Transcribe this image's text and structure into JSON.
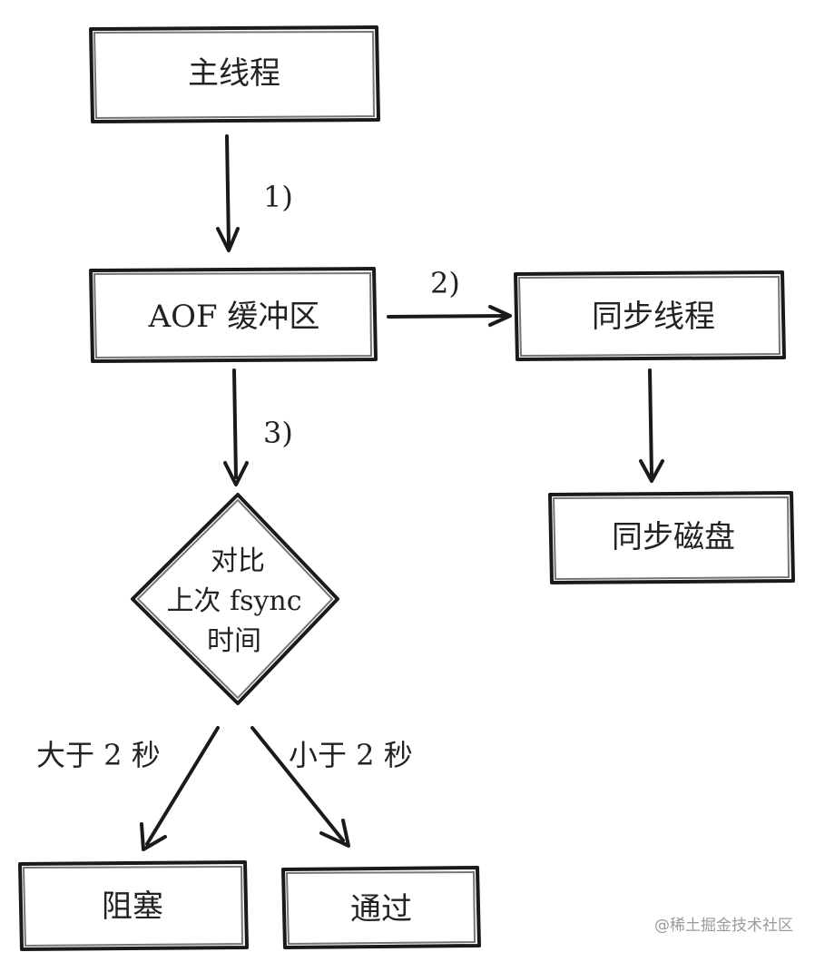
{
  "nodes": {
    "main_thread": "主线程",
    "aof_buffer": "AOF 缓冲区",
    "sync_thread": "同步线程",
    "sync_disk": "同步磁盘",
    "compare_line1": "对比",
    "compare_line2": "上次 fsync",
    "compare_line3": "时间",
    "block": "阻塞",
    "pass": "通过"
  },
  "edges": {
    "step1": "1)",
    "step2": "2)",
    "step3": "3)",
    "greater": "大于 2 秒",
    "less": "小于 2 秒"
  },
  "watermark": "@稀土掘金技术社区",
  "colors": {
    "stroke": "#1a1a1a",
    "text": "#222222",
    "watermark": "#9a9a9a"
  }
}
